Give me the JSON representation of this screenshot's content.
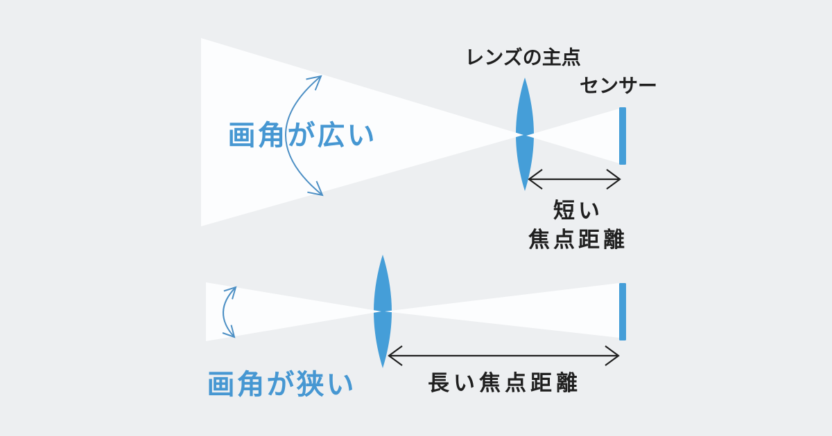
{
  "colors": {
    "background": "#edeff1",
    "light_cone": "#fcfdfe",
    "lens_blue": "#459ed8",
    "text_blue": "#4697d2",
    "arc_blue": "#4c8fc4",
    "ink_black": "#1f1f1f"
  },
  "top_diagram": {
    "angle_label": "画角が広い",
    "lens_label": "レンズの主点",
    "sensor_label": "センサー",
    "focal_line1": "短い",
    "focal_line2": "焦点距離"
  },
  "bottom_diagram": {
    "angle_label": "画角が狭い",
    "focal_label": "長い焦点距離"
  }
}
